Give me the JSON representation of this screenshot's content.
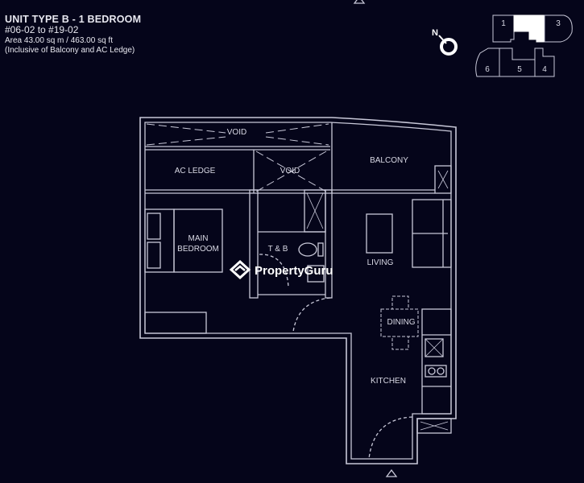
{
  "header": {
    "title": "UNIT TYPE B - 1 BEDROOM",
    "units": "#06-02 to #19-02",
    "area": "Area 43.00 sq m / 463.00 sq ft",
    "note": "(Inclusive of Balcony and AC Ledge)"
  },
  "compass": {
    "label": "N"
  },
  "key_plan": {
    "blocks": [
      "1",
      "3",
      "6",
      "5",
      "4"
    ],
    "highlight_color": "#ffffff"
  },
  "rooms": {
    "void_top": "VOID",
    "ac_ledge": "AC LEDGE",
    "void_mid": "VOID",
    "balcony": "BALCONY",
    "main_bedroom_1": "MAIN",
    "main_bedroom_2": "BEDROOM",
    "tb": "T & B",
    "living": "LIVING",
    "dining": "DINING",
    "kitchen": "KITCHEN"
  },
  "watermark": {
    "brand": "PropertyGuru"
  },
  "colors": {
    "background": "#05051a",
    "lines": "#c8c8d8"
  }
}
